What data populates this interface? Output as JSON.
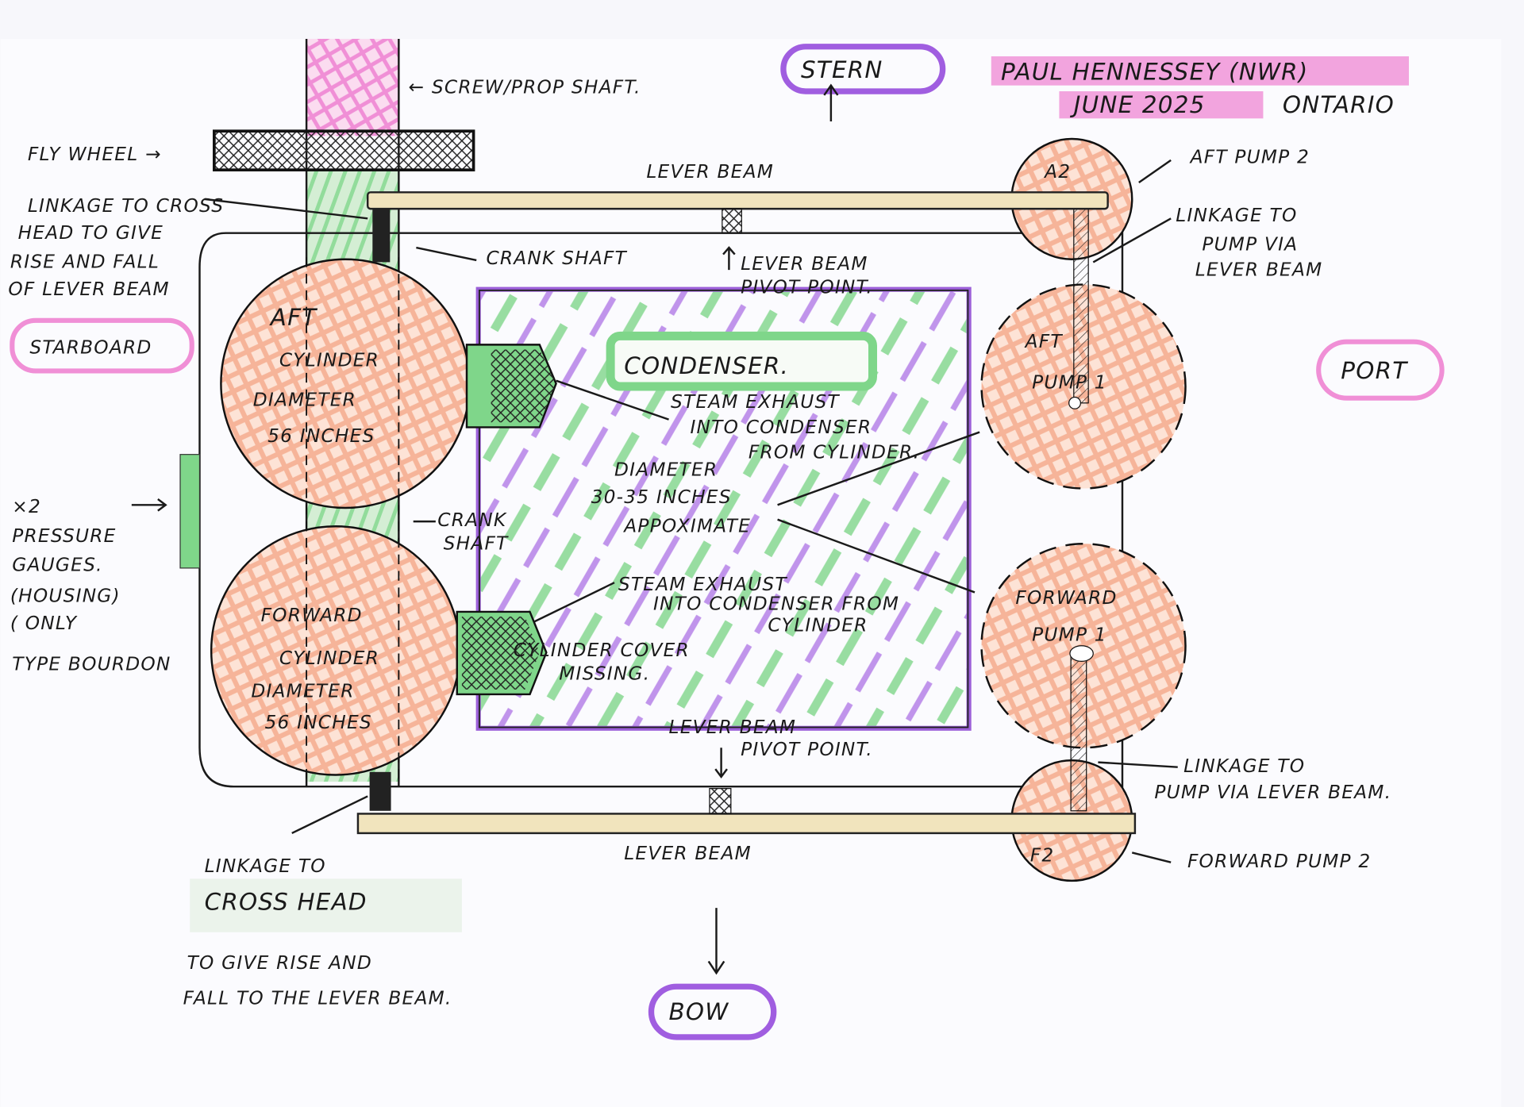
{
  "header": {
    "author": "PAUL HENNESSEY (NWR)",
    "date": "JUNE 2025",
    "location": "ONTARIO"
  },
  "orientation": {
    "stern": "STERN",
    "bow": "BOW",
    "starboard": "STARBOARD",
    "port": "PORT"
  },
  "labels": {
    "screw_shaft": "← SCREW/PROP SHAFT.",
    "fly_wheel": "FLY WHEEL →",
    "linkage_top": [
      "LINKAGE TO CROSS",
      "HEAD TO GIVE",
      "RISE AND FALL",
      "OF LEVER BEAM"
    ],
    "crank_shaft_top": "CRANK SHAFT",
    "crank_shaft_mid": [
      "CRANK",
      "SHAFT"
    ],
    "lever_beam_top": "LEVER BEAM",
    "lever_beam_bottom": "LEVER BEAM",
    "pivot_top": [
      "LEVER BEAM",
      "PIVOT POINT."
    ],
    "pivot_bottom": [
      "LEVER BEAM",
      "PIVOT POINT."
    ],
    "condenser": "CONDENSER.",
    "steam_exhaust_1": [
      "STEAM EXHAUST",
      "INTO CONDENSER",
      "FROM CYLINDER."
    ],
    "steam_exhaust_2": [
      "STEAM EXHAUST",
      "INTO CONDENSER FROM",
      "CYLINDER"
    ],
    "pump_diameter": [
      "DIAMETER",
      "30-35 INCHES",
      "APPOXIMATE"
    ],
    "cylinder_cover": [
      "CYLINDER COVER",
      "MISSING."
    ],
    "aft_cylinder": [
      "AFT",
      "CYLINDER",
      "DIAMETER",
      "56 INCHES"
    ],
    "forward_cylinder": [
      "FORWARD",
      "CYLINDER",
      "DIAMETER",
      "56 INCHES"
    ],
    "gauges": [
      "×2",
      "PRESSURE",
      "GAUGES.",
      "(HOUSING)",
      "( ONLY",
      "TYPE BOURDON"
    ],
    "aft_pump_1": [
      "AFT",
      "PUMP 1"
    ],
    "forward_pump_1": [
      "FORWARD",
      "PUMP 1"
    ],
    "a2": "A2",
    "f2": "F2",
    "aft_pump_2": "AFT PUMP 2",
    "forward_pump_2": "FORWARD PUMP 2",
    "linkage_pump_top": [
      "LINKAGE TO",
      "PUMP VIA",
      "LEVER BEAM"
    ],
    "linkage_pump_bottom": [
      "LINKAGE TO",
      "PUMP VIA LEVER BEAM."
    ],
    "linkage_bottom": [
      "LINKAGE TO",
      "CROSS HEAD",
      "TO GIVE RISE AND",
      "FALL TO THE LEVER BEAM."
    ]
  },
  "colors": {
    "pink": "#f08fd6",
    "purple": "#a05ee0",
    "green": "#7fd68a",
    "orange": "#f6b89a",
    "beige": "#f1e4bd"
  }
}
